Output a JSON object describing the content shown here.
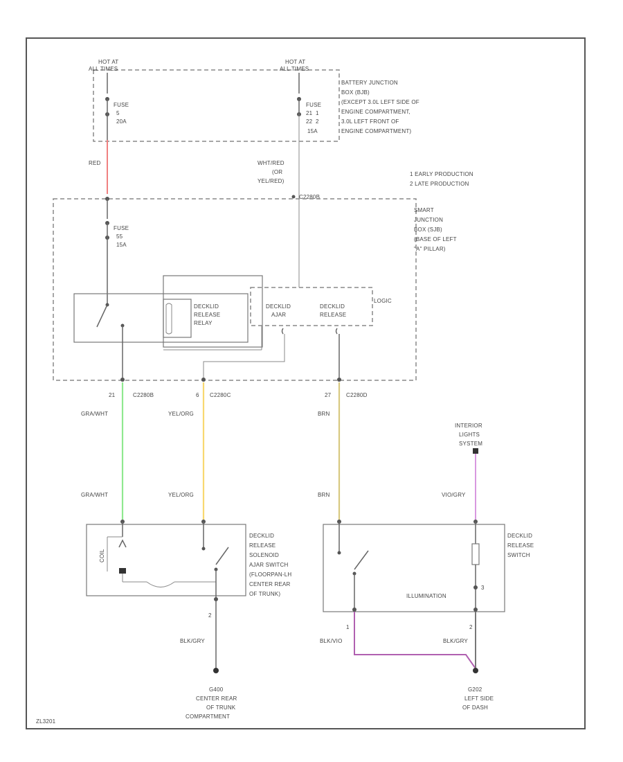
{
  "hot_left": [
    "HOT AT",
    "ALL TIMES"
  ],
  "hot_right": [
    "HOT AT",
    "ALL TIMES"
  ],
  "fuse_left": [
    "FUSE",
    "5",
    "20A"
  ],
  "fuse_right": [
    "FUSE",
    "21",
    "22",
    "1",
    "2",
    "15A"
  ],
  "battery_junction": [
    "BATTERY JUNCTION",
    "BOX (BJB)",
    "(EXCEPT 3.0L LEFT SIDE OF",
    "ENGINE COMPARTMENT,",
    "3.0L LEFT FRONT OF",
    "ENGINE COMPARTMENT)"
  ],
  "wire_red": "RED",
  "wire_wht_red": [
    "WHT/RED",
    "(OR",
    "YEL/RED)"
  ],
  "connector_c2280b": "C2280B",
  "production_notes": [
    "1  EARLY PRODUCTION",
    "2  LATE PRODUCTION"
  ],
  "smart_junction": [
    "SMART",
    "JUNCTION",
    "BOX (SJB)",
    "(BASE OF LEFT",
    "\"A\" PILLAR)"
  ],
  "fuse_sjb": [
    "FUSE",
    "55",
    "15A"
  ],
  "relay": [
    "DECKLID",
    "RELEASE",
    "RELAY"
  ],
  "logic": "LOGIC",
  "logic_ajar": [
    "DECKLID",
    "AJAR"
  ],
  "logic_release": [
    "DECKLID",
    "RELEASE"
  ],
  "conn1": {
    "pin": "21",
    "id": "C2280B",
    "wire_top": "GRA/WHT",
    "wire_bottom": "GRA/WHT"
  },
  "conn2": {
    "pin": "6",
    "id": "C2280C",
    "wire_top": "YEL/ORG",
    "wire_bottom": "YEL/ORG"
  },
  "conn3": {
    "pin": "27",
    "id": "C2280D",
    "wire_top": "BRN",
    "wire_bottom": "BRN"
  },
  "interior_lights": [
    "INTERIOR",
    "LIGHTS",
    "SYSTEM"
  ],
  "wire_vio_gry": "VIO/GRY",
  "solenoid": [
    "DECKLID",
    "RELEASE",
    "SOLENOID",
    "AJAR SWITCH",
    "(FLOORPAN-LH",
    "CENTER REAR",
    "OF TRUNK)"
  ],
  "solenoid_coil": "COIL",
  "release_switch": [
    "DECKLID",
    "RELEASE",
    "SWITCH"
  ],
  "illumination": "ILLUMINATION",
  "pin_two_left": "2",
  "pin_one_right": "1",
  "pin_two_right": "2",
  "pin_three": "3",
  "wire_blk_gry": "BLK/GRY",
  "wire_blk_vio": "BLK/VIO",
  "wire_blk_gry2": "BLK/GRY",
  "ground_g400": [
    "G400",
    "CENTER REAR",
    "OF TRUNK",
    "COMPARTMENT"
  ],
  "ground_g202": [
    "G202",
    "LEFT SIDE",
    "OF DASH"
  ],
  "footer_code": "ZL3201",
  "colors": {
    "red": "#f08080",
    "gra_wht": "#90e890",
    "yel_org": "#f8d870",
    "brn": "#d8c880",
    "vio": "#d898e0",
    "blk_vio": "#b060b0"
  }
}
